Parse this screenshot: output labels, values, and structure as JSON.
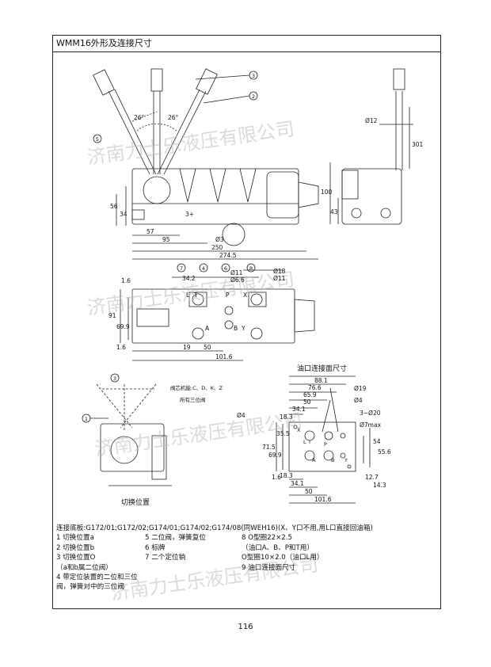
{
  "title": "WMM16外形及连接尺寸",
  "watermark": "济南力士乐液压有限公司",
  "top_view": {
    "callouts": [
      "3",
      "2",
      "5"
    ],
    "angles": [
      "26°",
      "26°"
    ],
    "dims": [
      "56",
      "34",
      "57",
      "95",
      "Ø3",
      "250",
      "274.5",
      "3+",
      "Ø12",
      "301",
      "100",
      "43"
    ]
  },
  "plan_view": {
    "callouts": [
      "7",
      "4",
      "6",
      "8"
    ],
    "dims": [
      "1.6",
      "34.2",
      "Ø11",
      "Ø6.6",
      "Ø18",
      "Ø11",
      "91",
      "69.9",
      "1.6",
      "19",
      "50",
      "101.6"
    ],
    "port_labels": [
      "T",
      "P",
      "A",
      "B",
      "Y",
      "X",
      "L"
    ]
  },
  "switch_view": {
    "callouts": [
      "3",
      "1"
    ],
    "notes": [
      "阀芯机能:C、D、K、Z",
      "所有三位阀"
    ],
    "caption": "切换位置"
  },
  "interface": {
    "title": "油口连接面尺寸",
    "dims_top": [
      "88.1",
      "76.6",
      "65.9",
      "50",
      "34.1",
      "18.3"
    ],
    "callouts": [
      "Ø19",
      "Ø4",
      "3−Ø20",
      "Ø7max",
      "Ø4"
    ],
    "dims_left": [
      "71.5",
      "69.9",
      "35.5",
      "1.6"
    ],
    "dims_right": [
      "54",
      "55.6",
      "12.7",
      "14.3"
    ],
    "dims_bottom": [
      "18.3",
      "34.1",
      "50",
      "101.6"
    ],
    "port_labels": [
      "X",
      "L",
      "T",
      "P",
      "A",
      "B",
      "Y"
    ]
  },
  "legend": {
    "header": "连接底板:G172/01;G172/02;G174/01;G174/02;G174/08(同WEH16)(X、Y口不用,用L口直接回油箱)",
    "rows": [
      [
        "1  切换位置a",
        "5  二位阀，弹簧复位",
        "8  O型圈22×2.5"
      ],
      [
        "2  切换位置b",
        "6  标牌",
        "（油口A、B、P和T用）"
      ],
      [
        "3  切换位置O",
        "7  二个定位销",
        "O型圈10×2.0（油口L用）"
      ],
      [
        "（a和b属二位阀）",
        "",
        "9  油口连接面尺寸"
      ],
      [
        "4  带定位装置的二位和三位",
        "",
        ""
      ],
      [
        "阀，弹簧对中的三位阀",
        "",
        ""
      ]
    ]
  },
  "page_number": "116"
}
